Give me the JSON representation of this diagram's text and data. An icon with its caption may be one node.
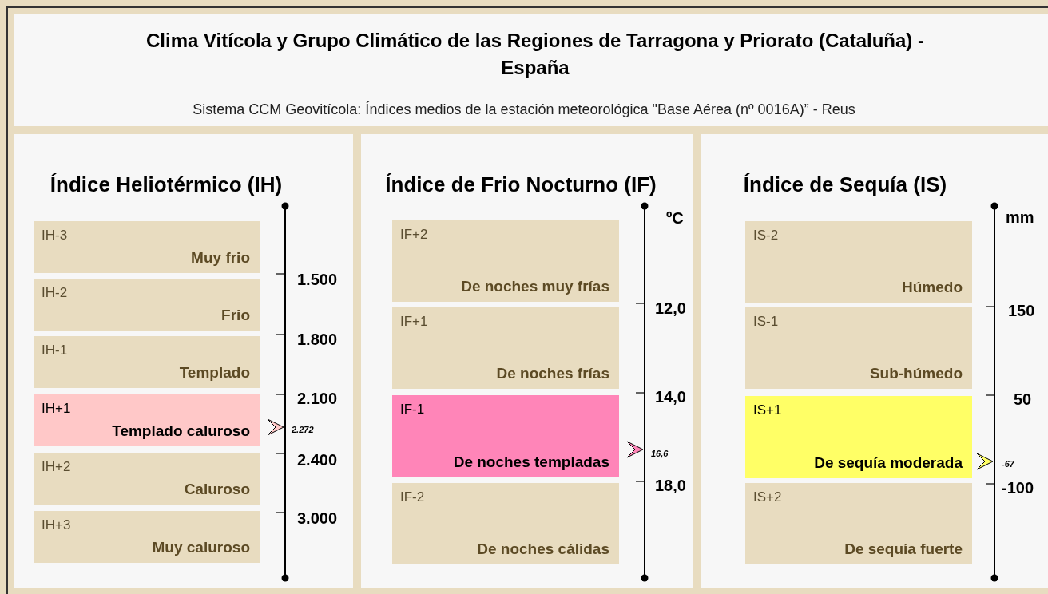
{
  "diagram": {
    "title": "Clima Vitícola y Grupo Climático de las Regiones de Tarragona y Priorato (Cataluña) - España",
    "nodes": [
      {
        "text": [
          "Índice Heliotérmico (IH)"
        ]
      },
      {
        "text": [
          "IH-3",
          "Muy frio"
        ],
        "in": 0
      },
      {
        "text": [
          "IH-2",
          "Frio"
        ],
        "in": 0
      },
      {
        "text": [
          "IH-1",
          "Templado"
        ],
        "in": 0
      },
      {
        "text": [
          "IH+1",
          "Templado caluroso"
        ],
        "in": 0
      },
      {
        "text": [
          "IH+2",
          "Caluroso"
        ],
        "in": 0
      },
      {
        "text": [
          "IH+3",
          "Muy caluroso"
        ],
        "in": 0
      },
      {
        "text": [
          "Índice de Frio Nocturno (IF)"
        ]
      },
      {
        "text": [
          "IF+2",
          "De noches muy frías"
        ],
        "in": 7
      },
      {
        "text": [
          "IF+1",
          "De noches frías"
        ],
        "in": 7
      },
      {
        "text": [
          "IF-1",
          "De noches templadas"
        ],
        "in": 7
      },
      {
        "text": [
          "IF-2",
          "De noches cálidas"
        ],
        "in": 7
      },
      {
        "text": [
          "Índice de Sequía (IS)"
        ]
      },
      {
        "text": [
          "IS-2",
          "Húmedo"
        ],
        "in": 12
      },
      {
        "text": [
          "IS-1",
          "Sub-húmedo"
        ],
        "in": 12
      },
      {
        "text": [
          "IS+1",
          "De sequía moderada"
        ],
        "in": 12
      },
      {
        "text": [
          "IS+2",
          "De sequía fuerte"
        ],
        "in": 12
      }
    ],
    "labels": [
      "Sistema CCM Geovitícola: Índices medios de la estación meteorológica \"Base Aérea (nº 0016A)” - Reus",
      "1.500",
      "1.800",
      "2.100",
      "2.272",
      "2.400",
      "3.000",
      "ºC",
      "12,0",
      "14,0",
      "16,6",
      "18,0",
      "mm",
      "150",
      "50",
      "-67",
      "-100"
    ]
  }
}
